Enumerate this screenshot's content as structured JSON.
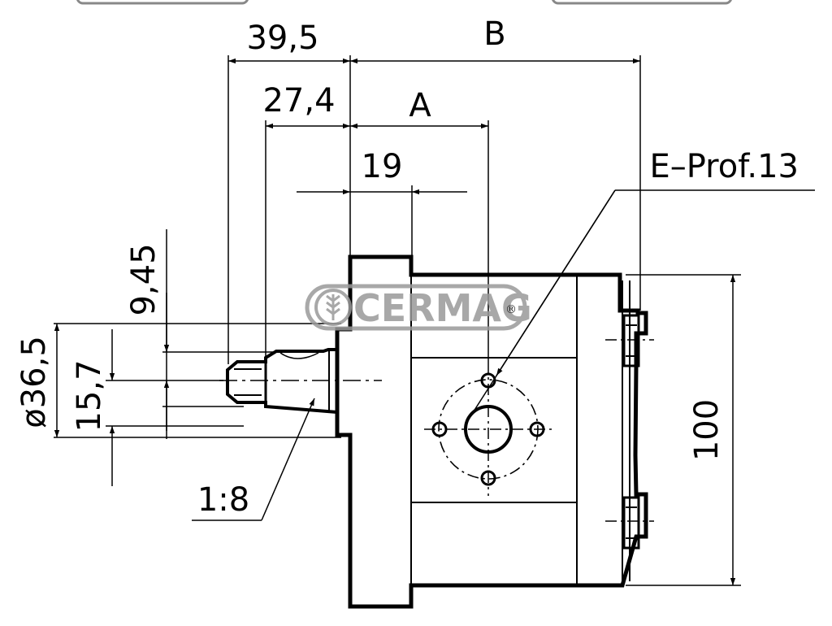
{
  "drawing": {
    "dimensions": {
      "d39_5": "39,5",
      "dB": "B",
      "d27_4": "27,4",
      "dA": "A",
      "d19": "19",
      "e_prof": "E–Prof.13",
      "d9_45": "9,45",
      "d36_5": "ø36,5",
      "d15_7": "15,7",
      "d1_8": "1:8",
      "d100": "100"
    },
    "watermark": {
      "text": "CERMAG",
      "registered": "®"
    },
    "colors": {
      "line": "#000000",
      "watermark": "#9a9a9a",
      "background": "#ffffff"
    }
  }
}
